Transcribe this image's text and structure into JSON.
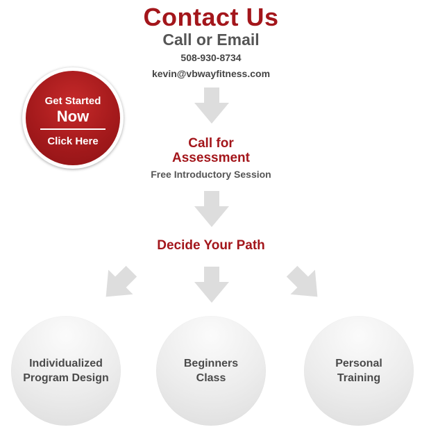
{
  "header": {
    "title": "Contact Us",
    "subtitle": "Call or Email",
    "phone": "508-930-8734",
    "email": "kevin@vbwayfitness.com"
  },
  "cta": {
    "line1": "Get Started",
    "line2": "Now",
    "line3": "Click Here"
  },
  "step2": {
    "title_line1": "Call for",
    "title_line2": "Assessment",
    "subtitle": "Free Introductory Session"
  },
  "step3": {
    "title": "Decide Your Path"
  },
  "paths": [
    {
      "label": "Individualized\nProgram Design"
    },
    {
      "label": "Beginners\nClass"
    },
    {
      "label": "Personal\nTraining"
    }
  ],
  "icons": {
    "arrow": "down-arrow-icon"
  },
  "colors": {
    "accent_red": "#a3161b",
    "dark_text": "#444444",
    "arrow_gray": "#dddddd",
    "circle_gray": "#e6e6e6"
  }
}
